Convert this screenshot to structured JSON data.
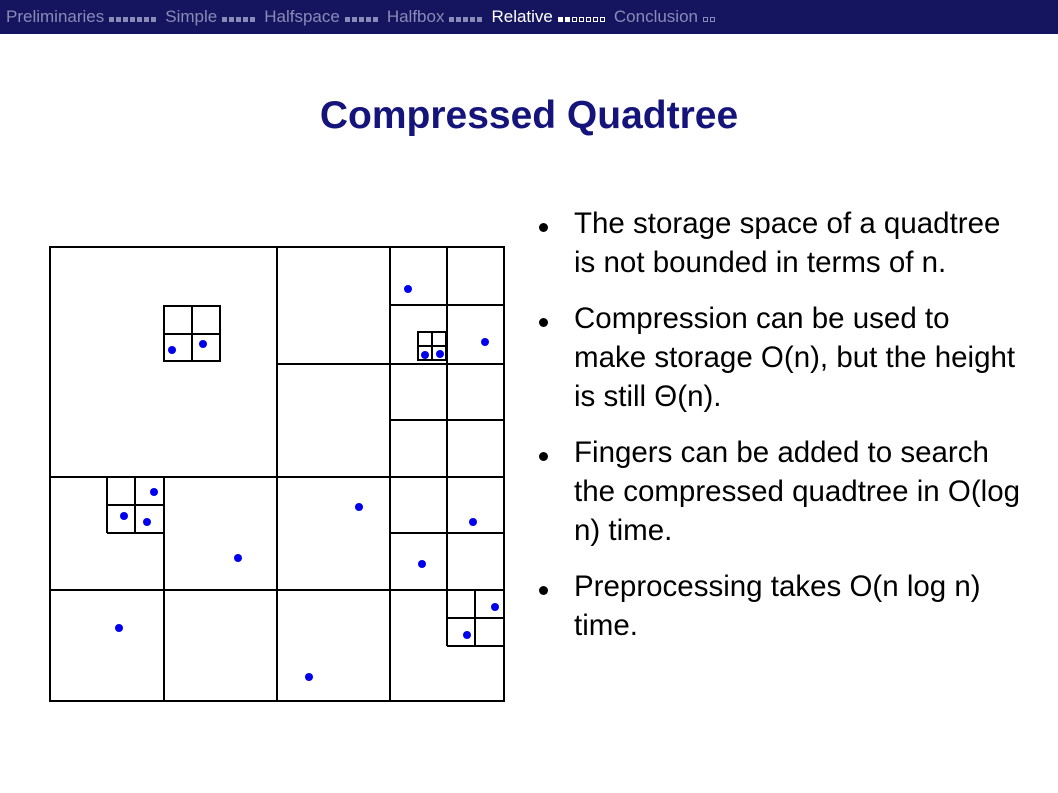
{
  "navigation": {
    "sections": [
      {
        "label": "Preliminaries",
        "pages": 7,
        "current_page": 0,
        "active": false
      },
      {
        "label": "Simple",
        "pages": 5,
        "current_page": 0,
        "active": false
      },
      {
        "label": "Halfspace",
        "pages": 5,
        "current_page": 0,
        "active": false
      },
      {
        "label": "Halfbox",
        "pages": 5,
        "current_page": 0,
        "active": false
      },
      {
        "label": "Relative",
        "pages": 7,
        "current_page": 2,
        "active": true
      },
      {
        "label": "Conclusion",
        "pages": 2,
        "current_page": 0,
        "active": false
      }
    ]
  },
  "slide": {
    "title": "Compressed Quadtree",
    "bullets": [
      "The storage space of a quadtree is not bounded in terms of n.",
      "Compression can be used to make storage O(n), but the height is still Θ(n).",
      "Fingers can be added to search the compressed quadtree in O(log n) time.",
      "Preprocessing takes O(n log n) time."
    ]
  },
  "figure": {
    "line_color": "#000000",
    "point_color": "#0000ee"
  }
}
